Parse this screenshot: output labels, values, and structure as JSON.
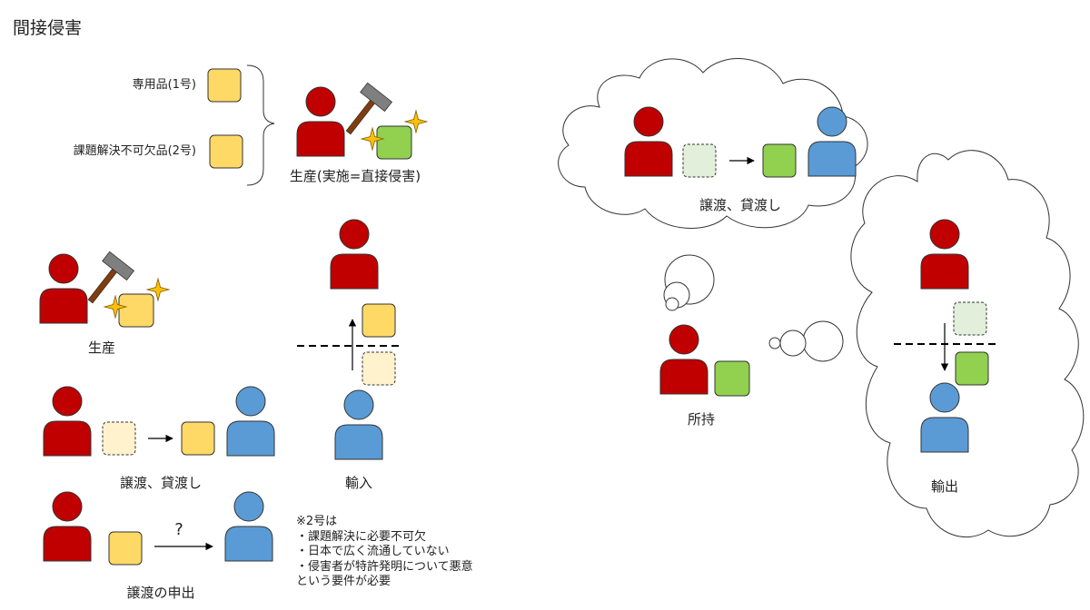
{
  "title": "間接侵害",
  "items": {
    "dedicated": "専用品(1号)",
    "essential": "課題解決不可欠品(2号)"
  },
  "labels": {
    "production_direct": "生産(実施=直接侵害)",
    "production": "生産",
    "transfer": "譲渡、貸渡し",
    "offer": "譲渡の申出",
    "import": "輸入",
    "possession": "所持",
    "cloud_transfer": "譲渡、貸渡し",
    "export": "輸出",
    "question_mark": "?"
  },
  "note": {
    "lines": [
      "※2号は",
      "・課題解決に必要不可欠",
      "・日本で広く流通していない",
      "・侵害者が特許発明について悪意",
      "という要件が必要"
    ]
  },
  "colors": {
    "red_person": "#c00000",
    "blue_person": "#5b9bd5",
    "yellow_item": "#ffd966",
    "yellow_faded": "#fff2cc",
    "green_item": "#92d050",
    "green_faded": "#e2efda",
    "sparkle": "#ffc000",
    "hammer_head": "#7f7f7f",
    "hammer_handle": "#843c0c"
  },
  "icons": [
    "person-icon",
    "hammer-icon",
    "sparkle-icon",
    "item-box-icon",
    "thought-cloud",
    "border-dashed-line",
    "arrow"
  ]
}
